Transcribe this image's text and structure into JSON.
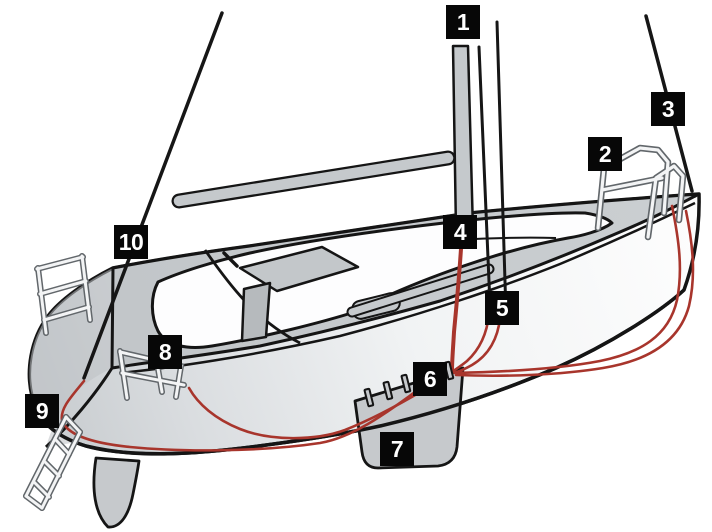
{
  "diagram": {
    "type": "sailboat-grounding-diagram",
    "labels": [
      {
        "text": "1"
      },
      {
        "text": "2"
      },
      {
        "text": "3"
      },
      {
        "text": "4"
      },
      {
        "text": "5"
      },
      {
        "text": "6"
      },
      {
        "text": "7"
      },
      {
        "text": "8"
      },
      {
        "text": "9"
      },
      {
        "text": "10"
      }
    ],
    "colors": {
      "label_background": "#070707",
      "label_text": "#ffffff",
      "outline": "#151515",
      "ground_wire_red": "#a8352c",
      "deck_gray": "#c6cacd",
      "metal_gray": "#c5c9cc",
      "hull_white": "#fdfdfd",
      "hull_shade": "#ccd0d3",
      "background": "#ffffff"
    }
  }
}
